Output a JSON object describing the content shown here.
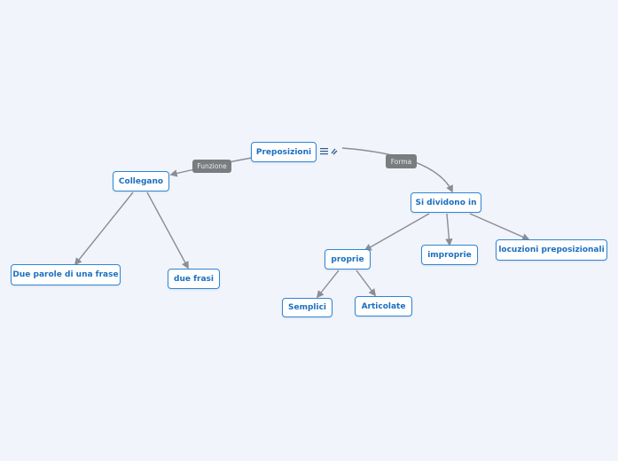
{
  "nodes": {
    "root": "Preposizioni",
    "collegano": "Collegano",
    "due_parole": "Due parole di una frase",
    "due_frasi": "due frasi",
    "si_dividono": "Si dividono in",
    "proprie": "proprie",
    "improprie": "improprie",
    "locuzioni": "locuzioni preposizionali",
    "semplici": "Semplici",
    "articolate": "Articolate"
  },
  "edge_labels": {
    "funzione": "Funzione",
    "forma": "Forma"
  },
  "icons": [
    "list-icon",
    "attachment-icon"
  ],
  "colors": {
    "background": "#f1f4fb",
    "node_border": "#2e86d6",
    "node_text": "#1b6fc0",
    "edge": "#8a8d92",
    "label_bg": "#7a7d80"
  }
}
